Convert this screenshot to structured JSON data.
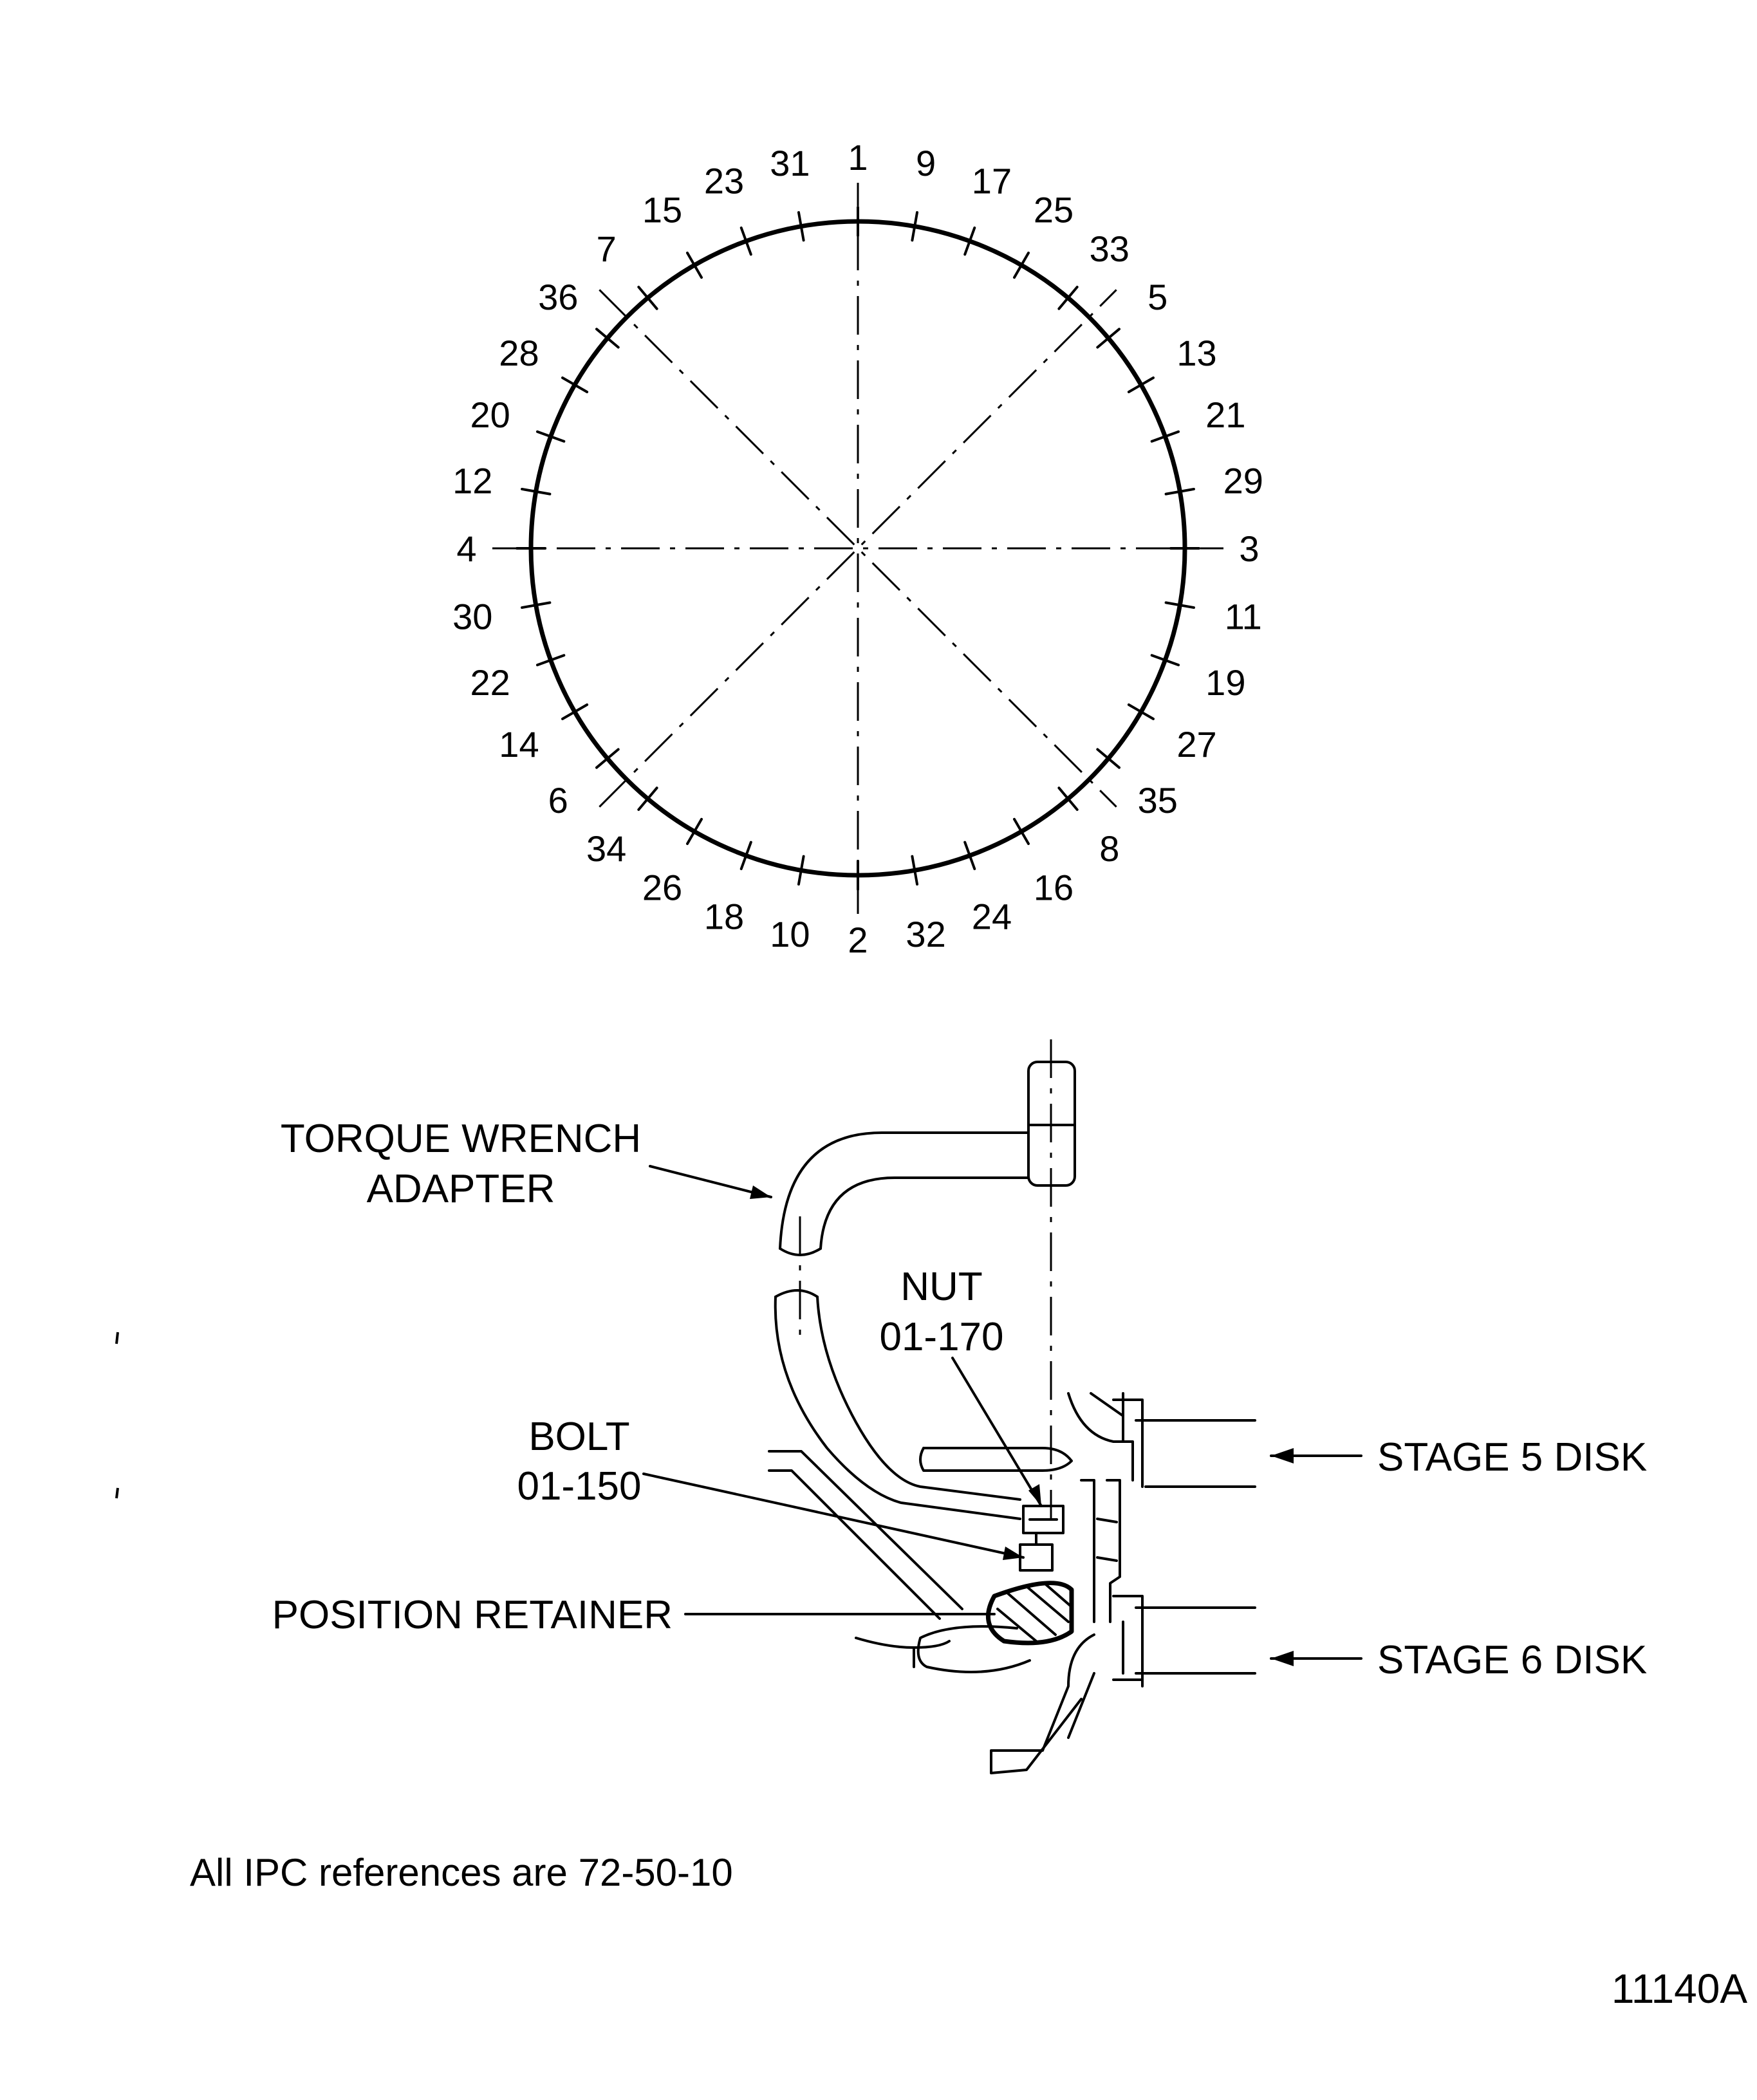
{
  "bolt_circle": {
    "numbers": [
      "1",
      "9",
      "17",
      "25",
      "33",
      "5",
      "13",
      "21",
      "29",
      "3",
      "11",
      "19",
      "27",
      "35",
      "8",
      "16",
      "24",
      "32",
      "2",
      "10",
      "18",
      "26",
      "34",
      "6",
      "14",
      "22",
      "30",
      "4",
      "12",
      "20",
      "28",
      "36",
      "7",
      "15",
      "23",
      "31"
    ]
  },
  "labels": {
    "torque_wrench_adapter_line1": "TORQUE WRENCH",
    "torque_wrench_adapter_line2": "ADAPTER",
    "nut_line1": "NUT",
    "nut_line2": "01-170",
    "bolt_line1": "BOLT",
    "bolt_line2": "01-150",
    "position_retainer": "POSITION RETAINER",
    "stage5": "STAGE 5 DISK",
    "stage6": "STAGE 6 DISK"
  },
  "footer": {
    "ipc_note": "All IPC references are 72-50-10",
    "figure_number": "11140A"
  },
  "colors": {
    "ink": "#000000",
    "paper": "#ffffff"
  }
}
